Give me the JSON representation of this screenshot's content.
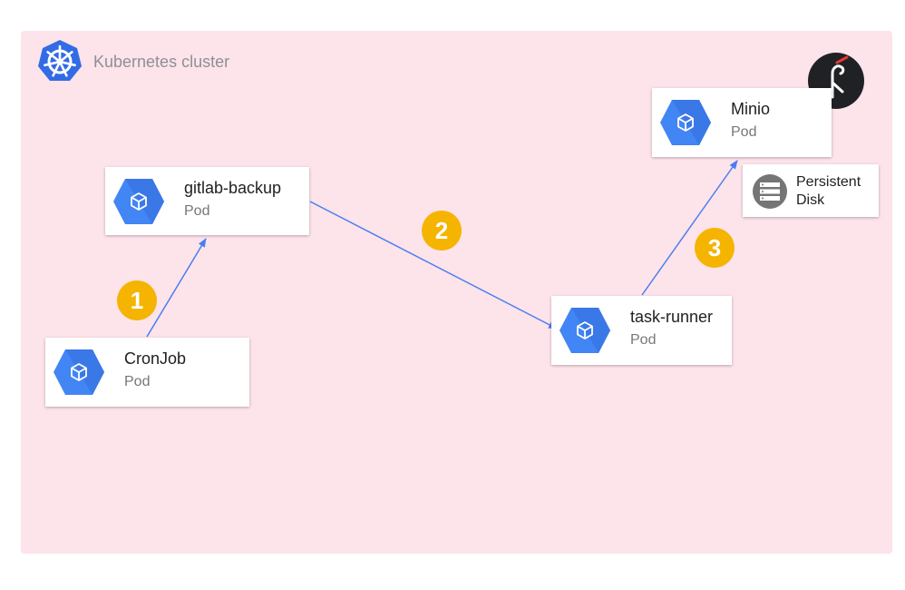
{
  "cluster": {
    "title": "Kubernetes cluster",
    "background_color": "#fde3ea"
  },
  "colors": {
    "pod_icon": "#4285f4",
    "arrow": "#4a7ef0",
    "step_badge": "#f5b400",
    "disk_icon": "#757575"
  },
  "icons": {
    "cluster_logo": "kubernetes-icon",
    "storage_logo": "minio-icon",
    "pod": "pod-icon",
    "disk": "persistent-disk-icon"
  },
  "pods": {
    "cronjob": {
      "name": "CronJob",
      "kind": "Pod"
    },
    "gitlab_backup": {
      "name": "gitlab-backup",
      "kind": "Pod"
    },
    "task_runner": {
      "name": "task-runner",
      "kind": "Pod"
    },
    "minio": {
      "name": "Minio",
      "kind": "Pod"
    }
  },
  "disk": {
    "label_line1": "Persistent",
    "label_line2": "Disk"
  },
  "steps": [
    "1",
    "2",
    "3"
  ],
  "edges": [
    {
      "from": "CronJob",
      "to": "gitlab-backup",
      "step": "1"
    },
    {
      "from": "gitlab-backup",
      "to": "task-runner",
      "step": "2"
    },
    {
      "from": "task-runner",
      "to": "Minio",
      "step": "3"
    }
  ]
}
